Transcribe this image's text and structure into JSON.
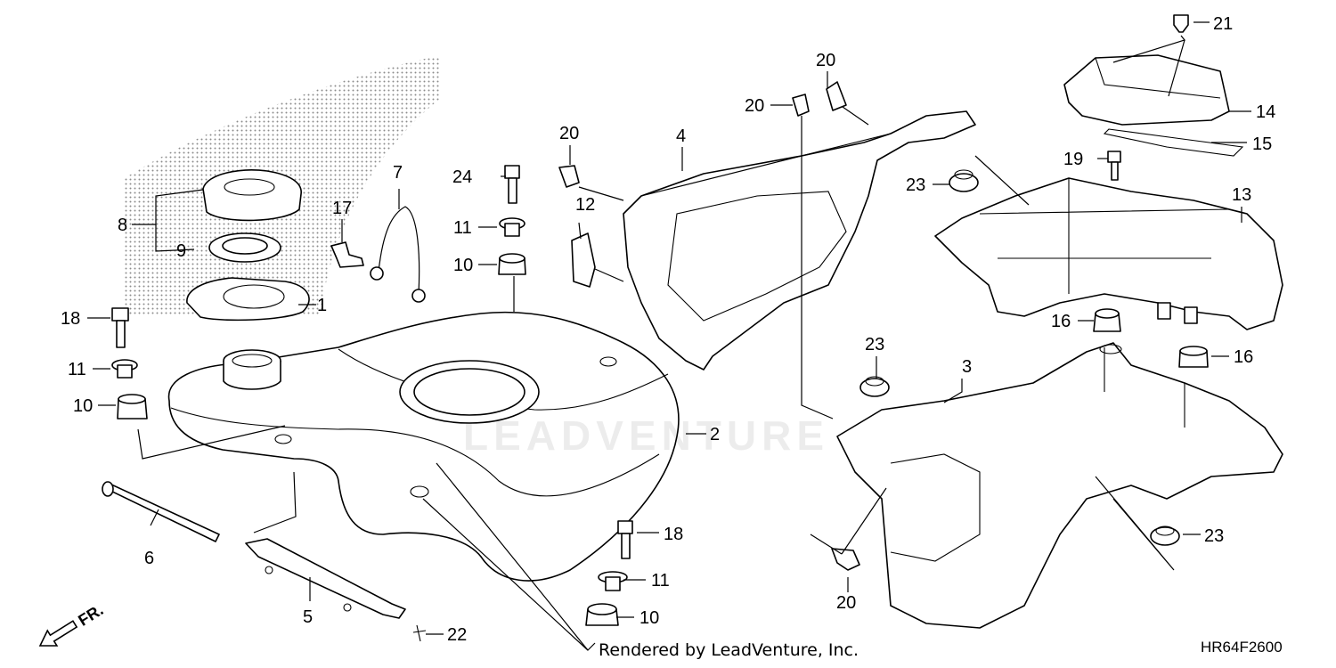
{
  "diagram": {
    "callouts": [
      {
        "id": "p1",
        "text": "1"
      },
      {
        "id": "p2",
        "text": "2"
      },
      {
        "id": "p3",
        "text": "3"
      },
      {
        "id": "p4",
        "text": "4"
      },
      {
        "id": "p5",
        "text": "5"
      },
      {
        "id": "p6",
        "text": "6"
      },
      {
        "id": "p7",
        "text": "7"
      },
      {
        "id": "p8",
        "text": "8"
      },
      {
        "id": "p9",
        "text": "9"
      },
      {
        "id": "p10a",
        "text": "10"
      },
      {
        "id": "p10b",
        "text": "10"
      },
      {
        "id": "p10c",
        "text": "10"
      },
      {
        "id": "p11a",
        "text": "11"
      },
      {
        "id": "p11b",
        "text": "11"
      },
      {
        "id": "p11c",
        "text": "11"
      },
      {
        "id": "p12",
        "text": "12"
      },
      {
        "id": "p13",
        "text": "13"
      },
      {
        "id": "p14",
        "text": "14"
      },
      {
        "id": "p15",
        "text": "15"
      },
      {
        "id": "p16a",
        "text": "16"
      },
      {
        "id": "p16b",
        "text": "16"
      },
      {
        "id": "p17",
        "text": "17"
      },
      {
        "id": "p18a",
        "text": "18"
      },
      {
        "id": "p18b",
        "text": "18"
      },
      {
        "id": "p19",
        "text": "19"
      },
      {
        "id": "p20a",
        "text": "20"
      },
      {
        "id": "p20b",
        "text": "20"
      },
      {
        "id": "p20c",
        "text": "20"
      },
      {
        "id": "p20d",
        "text": "20"
      },
      {
        "id": "p21",
        "text": "21"
      },
      {
        "id": "p22",
        "text": "22"
      },
      {
        "id": "p23a",
        "text": "23"
      },
      {
        "id": "p23b",
        "text": "23"
      },
      {
        "id": "p23c",
        "text": "23"
      },
      {
        "id": "p24",
        "text": "24"
      }
    ],
    "front_indicator": "FR.",
    "credit": "Rendered by LeadVenture, Inc.",
    "diagram_code": "HR64F2600",
    "watermark": "LEADVENTURE"
  }
}
